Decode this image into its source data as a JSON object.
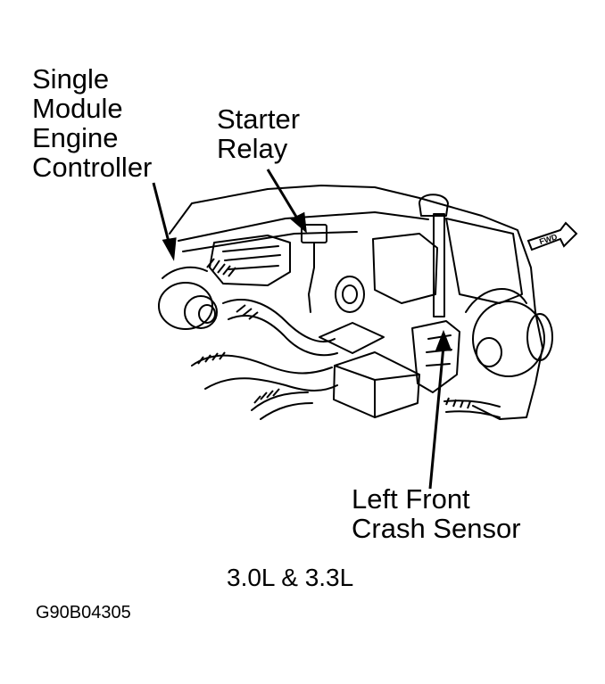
{
  "labels": {
    "smec": "Single\nModule\nEngine\nController",
    "starter_relay": "Starter\nRelay",
    "crash_sensor": "Left Front\nCrash Sensor",
    "engine": "3.0L & 3.3L",
    "figure_code": "G90B04305",
    "fwd": "FWD"
  }
}
